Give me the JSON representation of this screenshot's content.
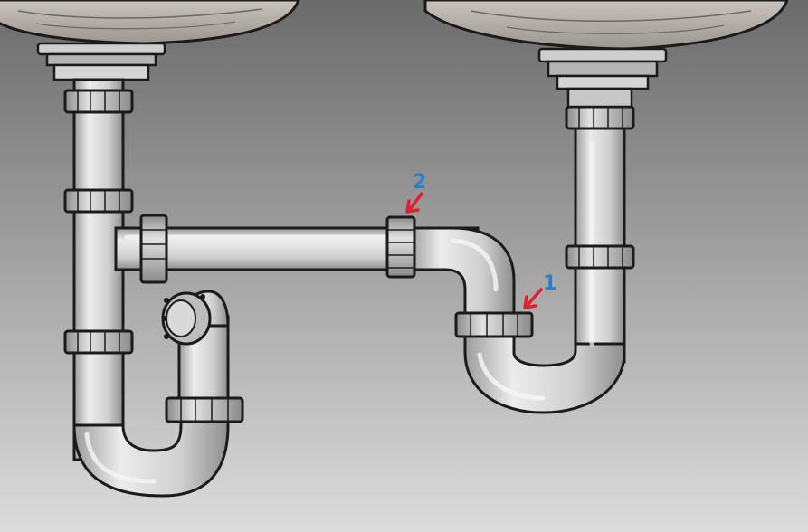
{
  "callouts": [
    {
      "label": "1",
      "color": "#2f7fc2",
      "arrow_color": "#e0202c"
    },
    {
      "label": "2",
      "color": "#2f7fc2",
      "arrow_color": "#e0202c"
    }
  ],
  "colors": {
    "background_top": "#6f6f6f",
    "background_bottom": "#d6d6d6",
    "pipe_light": "#e6e6e6",
    "pipe_mid": "#bdbdbd",
    "pipe_shadow": "#8f8f8f",
    "outline": "#1b1b1b",
    "basin": "#b9b2ad"
  },
  "icons": [
    "sink-basin",
    "drain-pipe",
    "p-trap",
    "slip-nut",
    "red-arrow"
  ]
}
